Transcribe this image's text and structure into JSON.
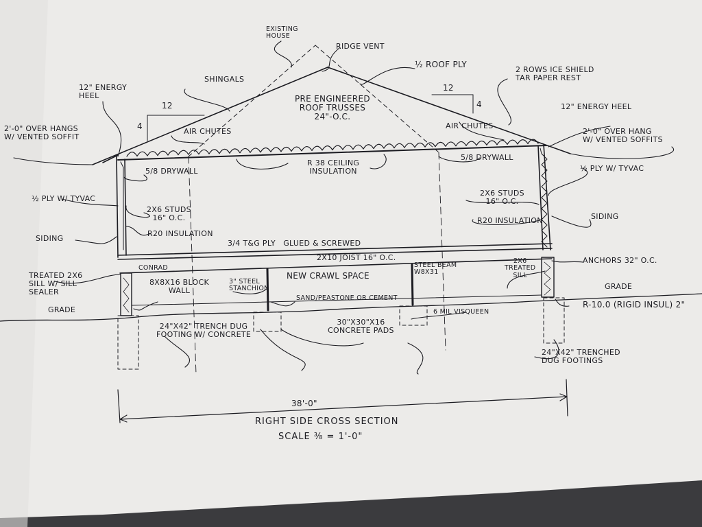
{
  "drawing": {
    "title": "RIGHT SIDE CROSS SECTION",
    "scale": "SCALE ⅜ = 1'-0\"",
    "overall_dimension": "38'-0\"",
    "pitch_run_left": "12",
    "pitch_rise_left": "4",
    "pitch_run_right": "12",
    "pitch_rise_right": "4"
  },
  "labels": {
    "existing_house": "EXISTING\nHOUSE",
    "ridge_vent": "RIDGE VENT",
    "half_roof_ply": "½ ROOF PLY",
    "ice_shield": "2 ROWS ICE SHIELD\nTAR PAPER REST",
    "energy_heel_left": "12\" ENERGY\nHEEL",
    "energy_heel_right": "12\" ENERGY HEEL",
    "shingles": "SHINGALS",
    "trusses": "PRE ENGINEERED\nROOF TRUSSES\n24\"-O.C.",
    "overhang_left": "2'-0\" OVER HANGS\nW/ VENTED SOFFIT",
    "overhang_right": "2'-0\" OVER HANG\nW/ VENTED SOFFITS",
    "air_chutes_left": "AIR CHUTES",
    "air_chutes_right": "AIR CHUTES",
    "drywall_left": "5/8 DRYWALL",
    "drywall_right": "5/8 DRYWALL",
    "ceiling_insulation": "R 38 CEILING\nINSULATION",
    "ply_tyvac_left": "½ PLY W/ TYVAC",
    "ply_tyvac_right": "½ PLY W/ TYVAC",
    "studs_left": "2x6 STUDS\n16\" O.C.",
    "studs_right": "2x6 STUDS\n16\" O.C.",
    "siding_left": "SIDING",
    "siding_right": "SIDING",
    "r20_left": "R20 INSULATION",
    "r20_right": "R20 INSULATION",
    "subfloor": "3/4 T&G PLY   GLUED & SCREWED",
    "joist": "2X10 JOIST 16\" O.C.",
    "anchors": "ANCHORS 32\" O.C.",
    "treated_sill_left": "TREATED 2x6\nSILL W/ SILL\nSEALER",
    "treated_sill_right": "2x6\nTREATED\nSILL",
    "conrad": "CONRAD",
    "block_wall": "8x8x16 BLOCK\nWALL",
    "crawl_space": "NEW CRAWL SPACE",
    "steel_beam": "STEEL BEAM\nW8x31",
    "steel_stanchion": "3\" STEEL\nSTANCHION",
    "sand_peastone": "SAND/PEASTONE OR CEMENT",
    "vapor_barrier": "6 MIL VISQUEEN",
    "grade_left": "GRADE",
    "grade_right": "GRADE",
    "rigid_insul": "R-10.0 (RIGID INSUL) 2\"",
    "trench_footing_left": "24\"x42\" TRENCH DUG\nFOOTING W/ CONCRETE",
    "concrete_pads": "30\"x30\"x16\nCONCRETE PADS",
    "trench_footing_right": "24\"x42\" TRENCHED\nDUG FOOTINGS"
  },
  "colors": {
    "paper": "#ecebe9",
    "ink": "#1c1c22",
    "background": "#3b3b3e"
  }
}
